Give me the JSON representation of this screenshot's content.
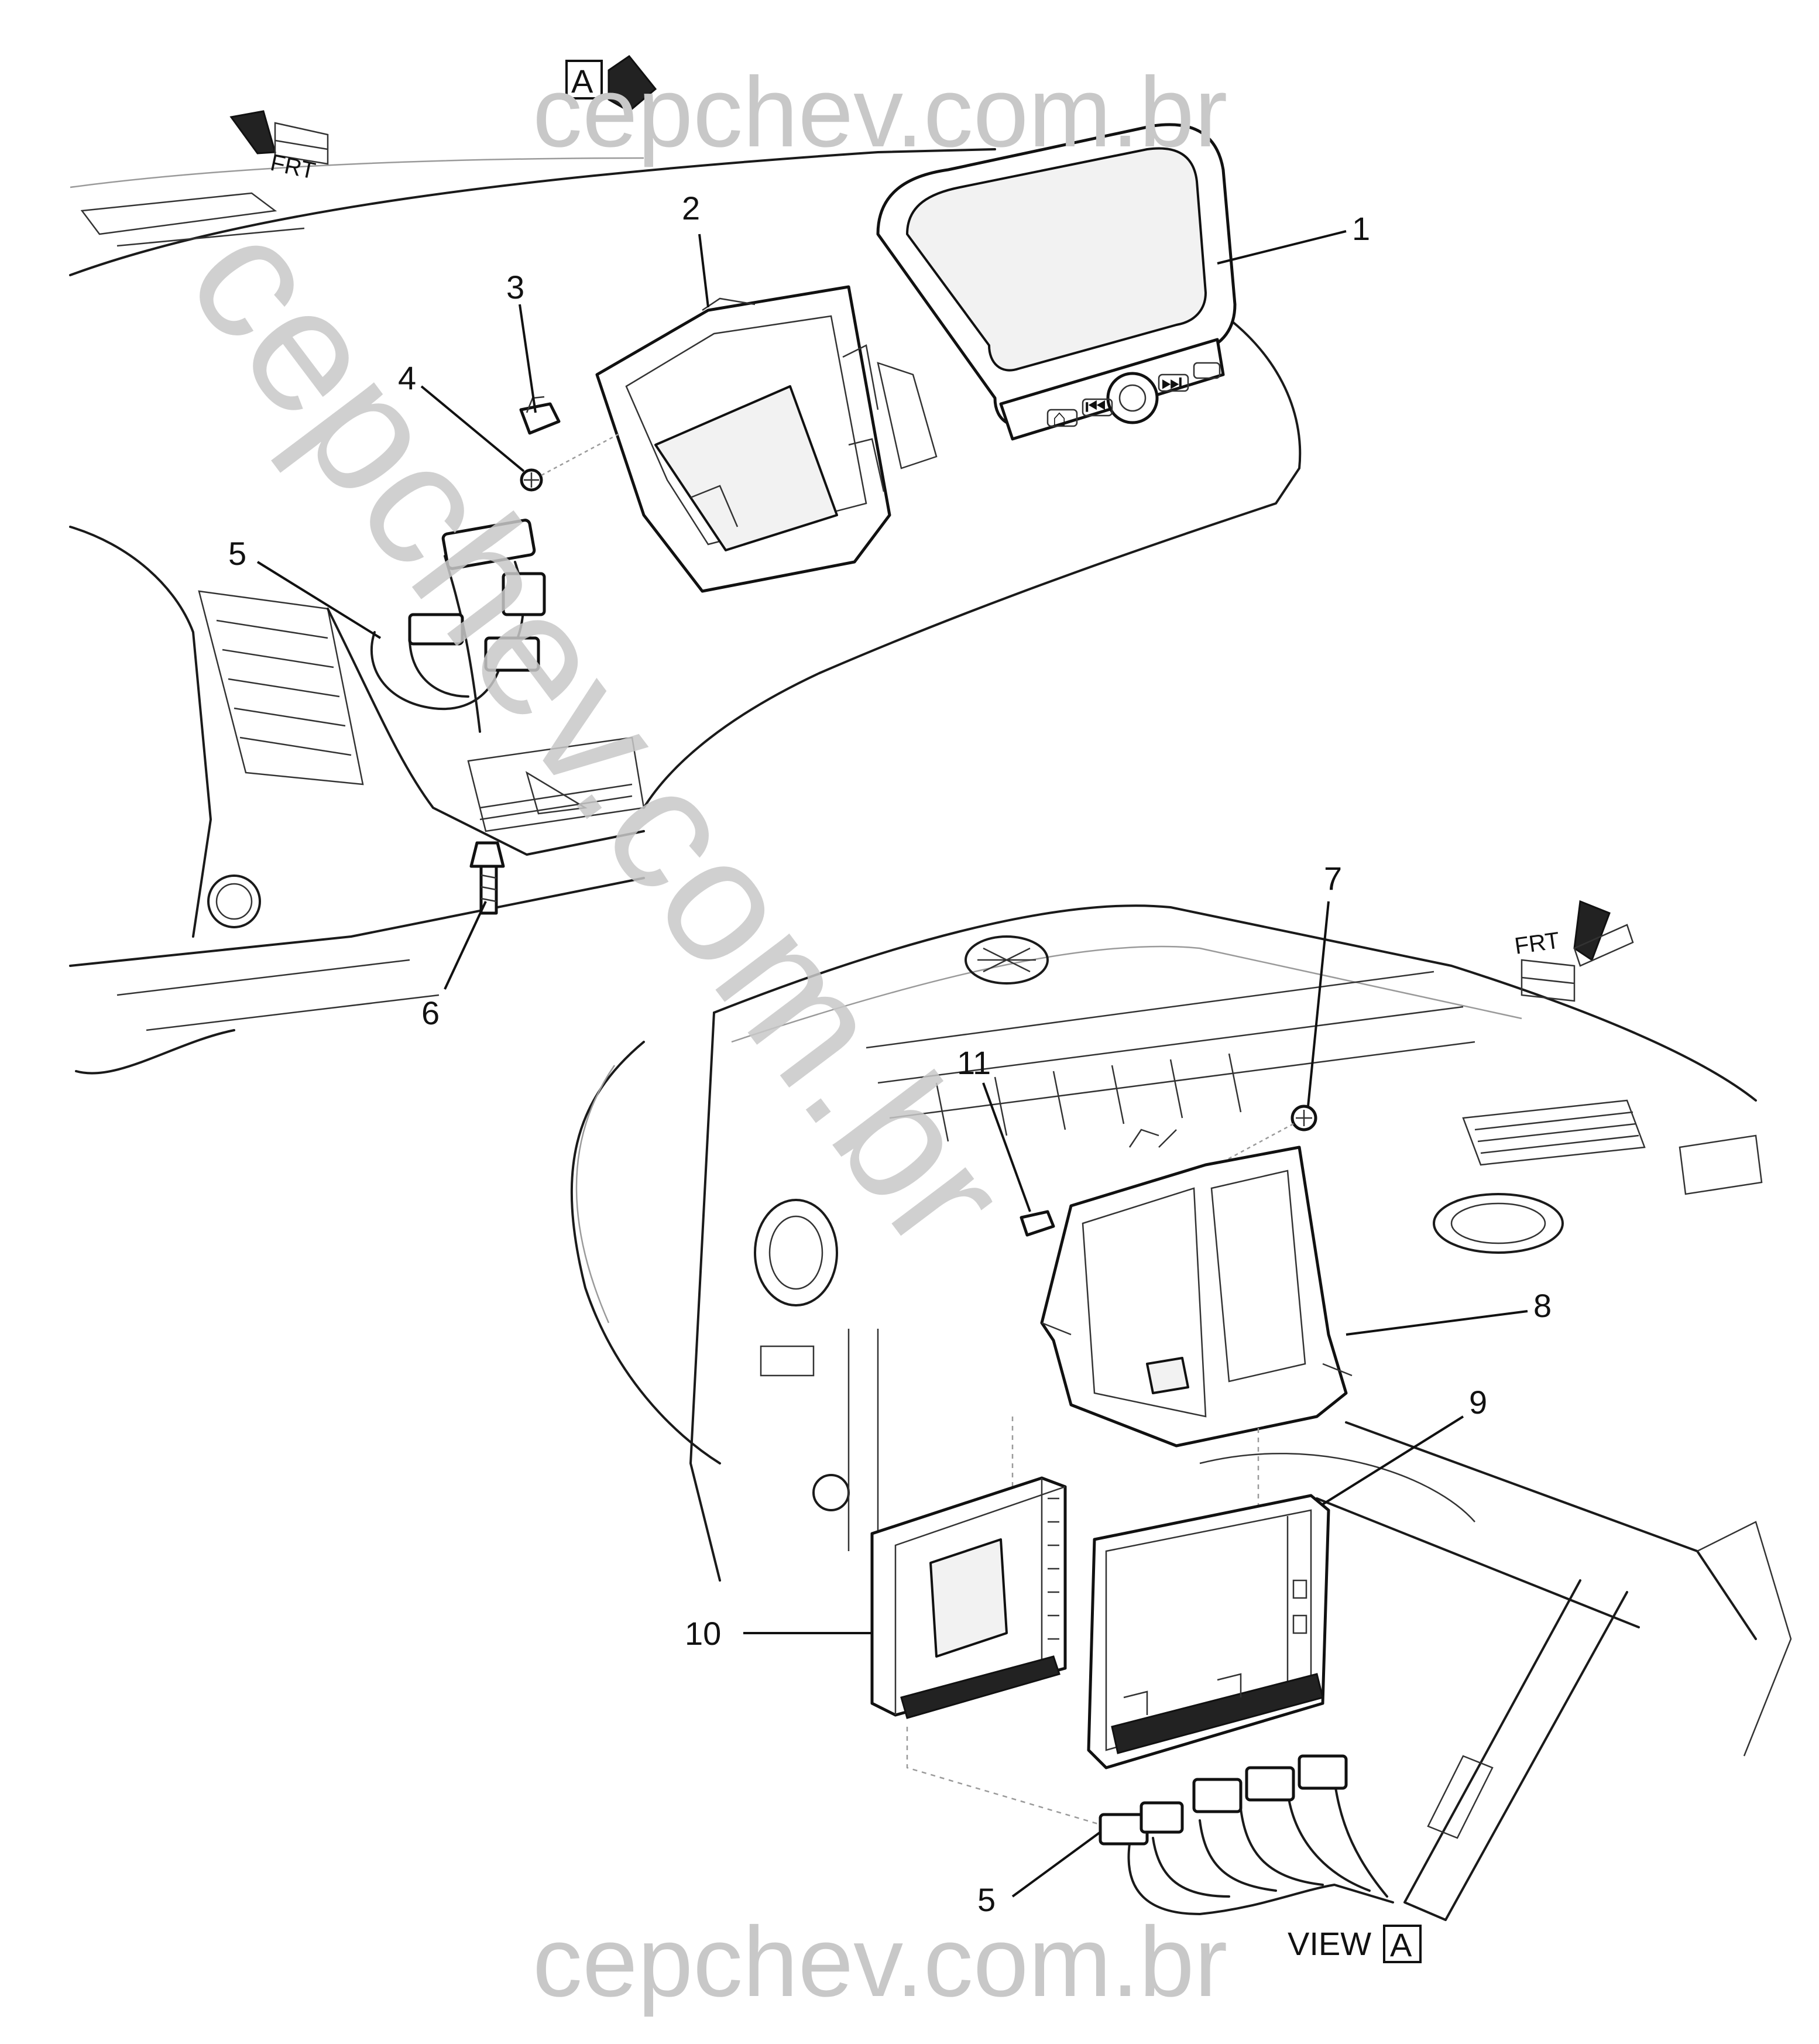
{
  "watermark": {
    "top": "cepchev.com.br",
    "bottom": "cepchev.com.br",
    "diagonal": "cepchev.com.br"
  },
  "direction_markers": {
    "frt_top_left": "FRT",
    "frt_right": "FRT",
    "view_a_top": "A"
  },
  "view_label": {
    "text": "VIEW",
    "letter": "A"
  },
  "callouts": [
    "1",
    "2",
    "3",
    "4",
    "5",
    "6",
    "7",
    "8",
    "9",
    "10",
    "11",
    "5"
  ],
  "radio_face_labels": {
    "back": "⌂",
    "prev": "⏮",
    "next": "⏭",
    "end": ""
  }
}
